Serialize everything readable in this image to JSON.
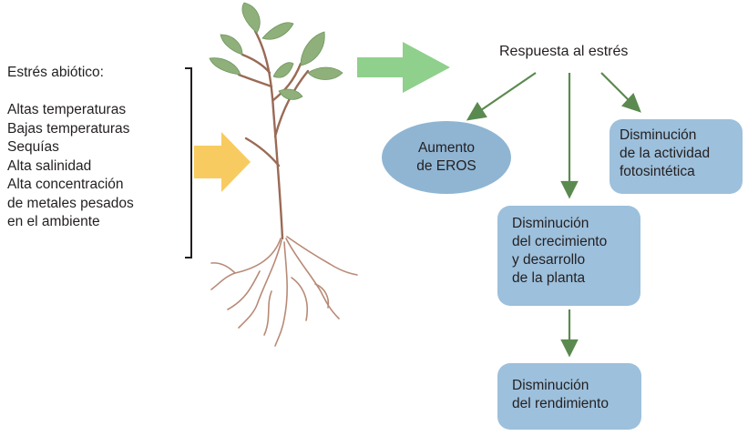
{
  "stress": {
    "heading": "Estrés abiótico:",
    "items": [
      "Altas temperaturas",
      "Bajas temperaturas",
      "Sequías",
      "Alta salinidad",
      "Alta concentración",
      "de metales pesados",
      "en el ambiente"
    ]
  },
  "response": {
    "title": "Respuesta al estrés",
    "eros": [
      "Aumento",
      "de EROS"
    ],
    "photosynthesis": [
      "Disminución",
      "de la actividad",
      "fotosintética"
    ],
    "growth": [
      "Disminución",
      "del crecimiento",
      "y desarrollo",
      "de la planta"
    ],
    "yield": [
      "Disminución",
      "del rendimiento"
    ]
  },
  "colors": {
    "yellow_arrow": "#f8cb60",
    "green_arrow": "#8fd08c",
    "flow_arrow": "#5a8a4f",
    "node_fill": "#9dc0dc"
  }
}
